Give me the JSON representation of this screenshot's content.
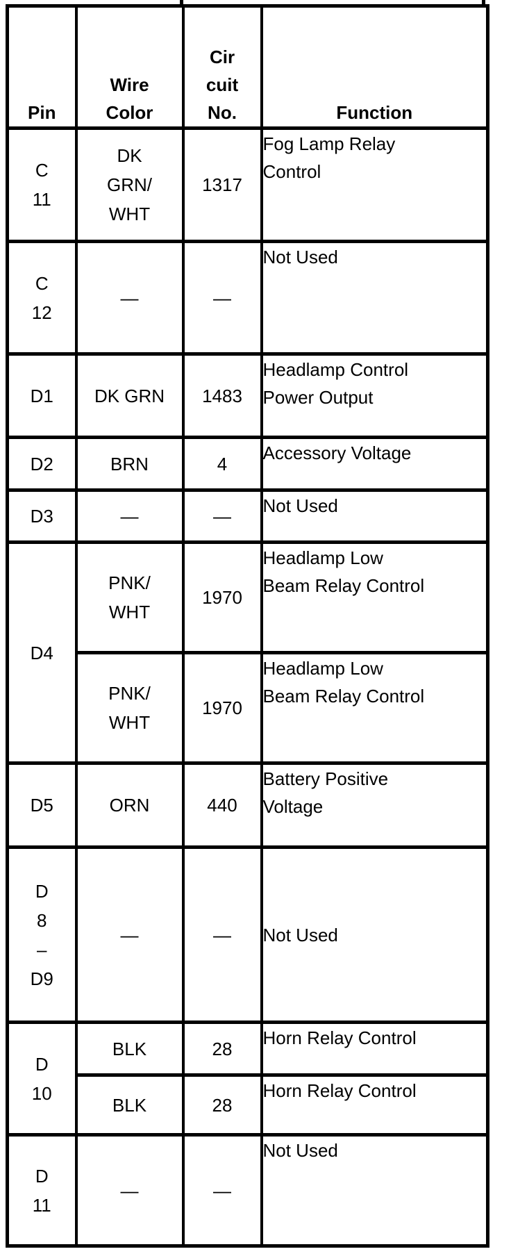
{
  "colors": {
    "line": "#000000",
    "background": "#ffffff",
    "text": "#000000"
  },
  "table": {
    "headers": {
      "pin": [
        "Pin"
      ],
      "wire_color": [
        "Wire",
        "Color"
      ],
      "circuit_no": [
        "Cir",
        "cuit",
        "No."
      ],
      "function": [
        "Function"
      ]
    },
    "rows": [
      {
        "pin": [
          "C",
          "11"
        ],
        "wire": [
          "DK",
          "GRN/",
          "WHT"
        ],
        "circuit": [
          "1317"
        ],
        "function": [
          "Fog Lamp Relay",
          "Control"
        ]
      },
      {
        "pin": [
          "C",
          "12"
        ],
        "wire": [
          "—"
        ],
        "circuit": [
          "—"
        ],
        "function": [
          "Not Used"
        ]
      },
      {
        "pin": [
          "D1"
        ],
        "wire": [
          "DK GRN"
        ],
        "circuit": [
          "1483"
        ],
        "function": [
          "Headlamp Control",
          "Power Output"
        ]
      },
      {
        "pin": [
          "D2"
        ],
        "wire": [
          "BRN"
        ],
        "circuit": [
          "4"
        ],
        "function": [
          "Accessory Voltage"
        ]
      },
      {
        "pin": [
          "D3"
        ],
        "wire": [
          "—"
        ],
        "circuit": [
          "—"
        ],
        "function": [
          "Not Used"
        ]
      },
      {
        "pin": [
          "D4"
        ],
        "wire": [
          "PNK/",
          "WHT"
        ],
        "circuit": [
          "1970"
        ],
        "function": [
          "Headlamp Low",
          "Beam Relay Control"
        ]
      },
      {
        "pin": null,
        "wire": [
          "PNK/",
          "WHT"
        ],
        "circuit": [
          "1970"
        ],
        "function": [
          "Headlamp Low",
          "Beam Relay Control"
        ]
      },
      {
        "pin": [
          "D5"
        ],
        "wire": [
          "ORN"
        ],
        "circuit": [
          "440"
        ],
        "function": [
          "Battery Positive",
          "Voltage"
        ]
      },
      {
        "pin": [
          "D",
          "8",
          "–",
          "D9"
        ],
        "wire": [
          "—"
        ],
        "circuit": [
          "—"
        ],
        "function": [
          "Not Used"
        ]
      },
      {
        "pin": [
          "D",
          "10"
        ],
        "wire": [
          "BLK"
        ],
        "circuit": [
          "28"
        ],
        "function": [
          "Horn Relay Control"
        ]
      },
      {
        "pin": null,
        "wire": [
          "BLK"
        ],
        "circuit": [
          "28"
        ],
        "function": [
          "Horn Relay Control"
        ]
      },
      {
        "pin": [
          "D",
          "11"
        ],
        "wire": [
          "—"
        ],
        "circuit": [
          "—"
        ],
        "function": [
          "Not Used"
        ]
      }
    ]
  }
}
